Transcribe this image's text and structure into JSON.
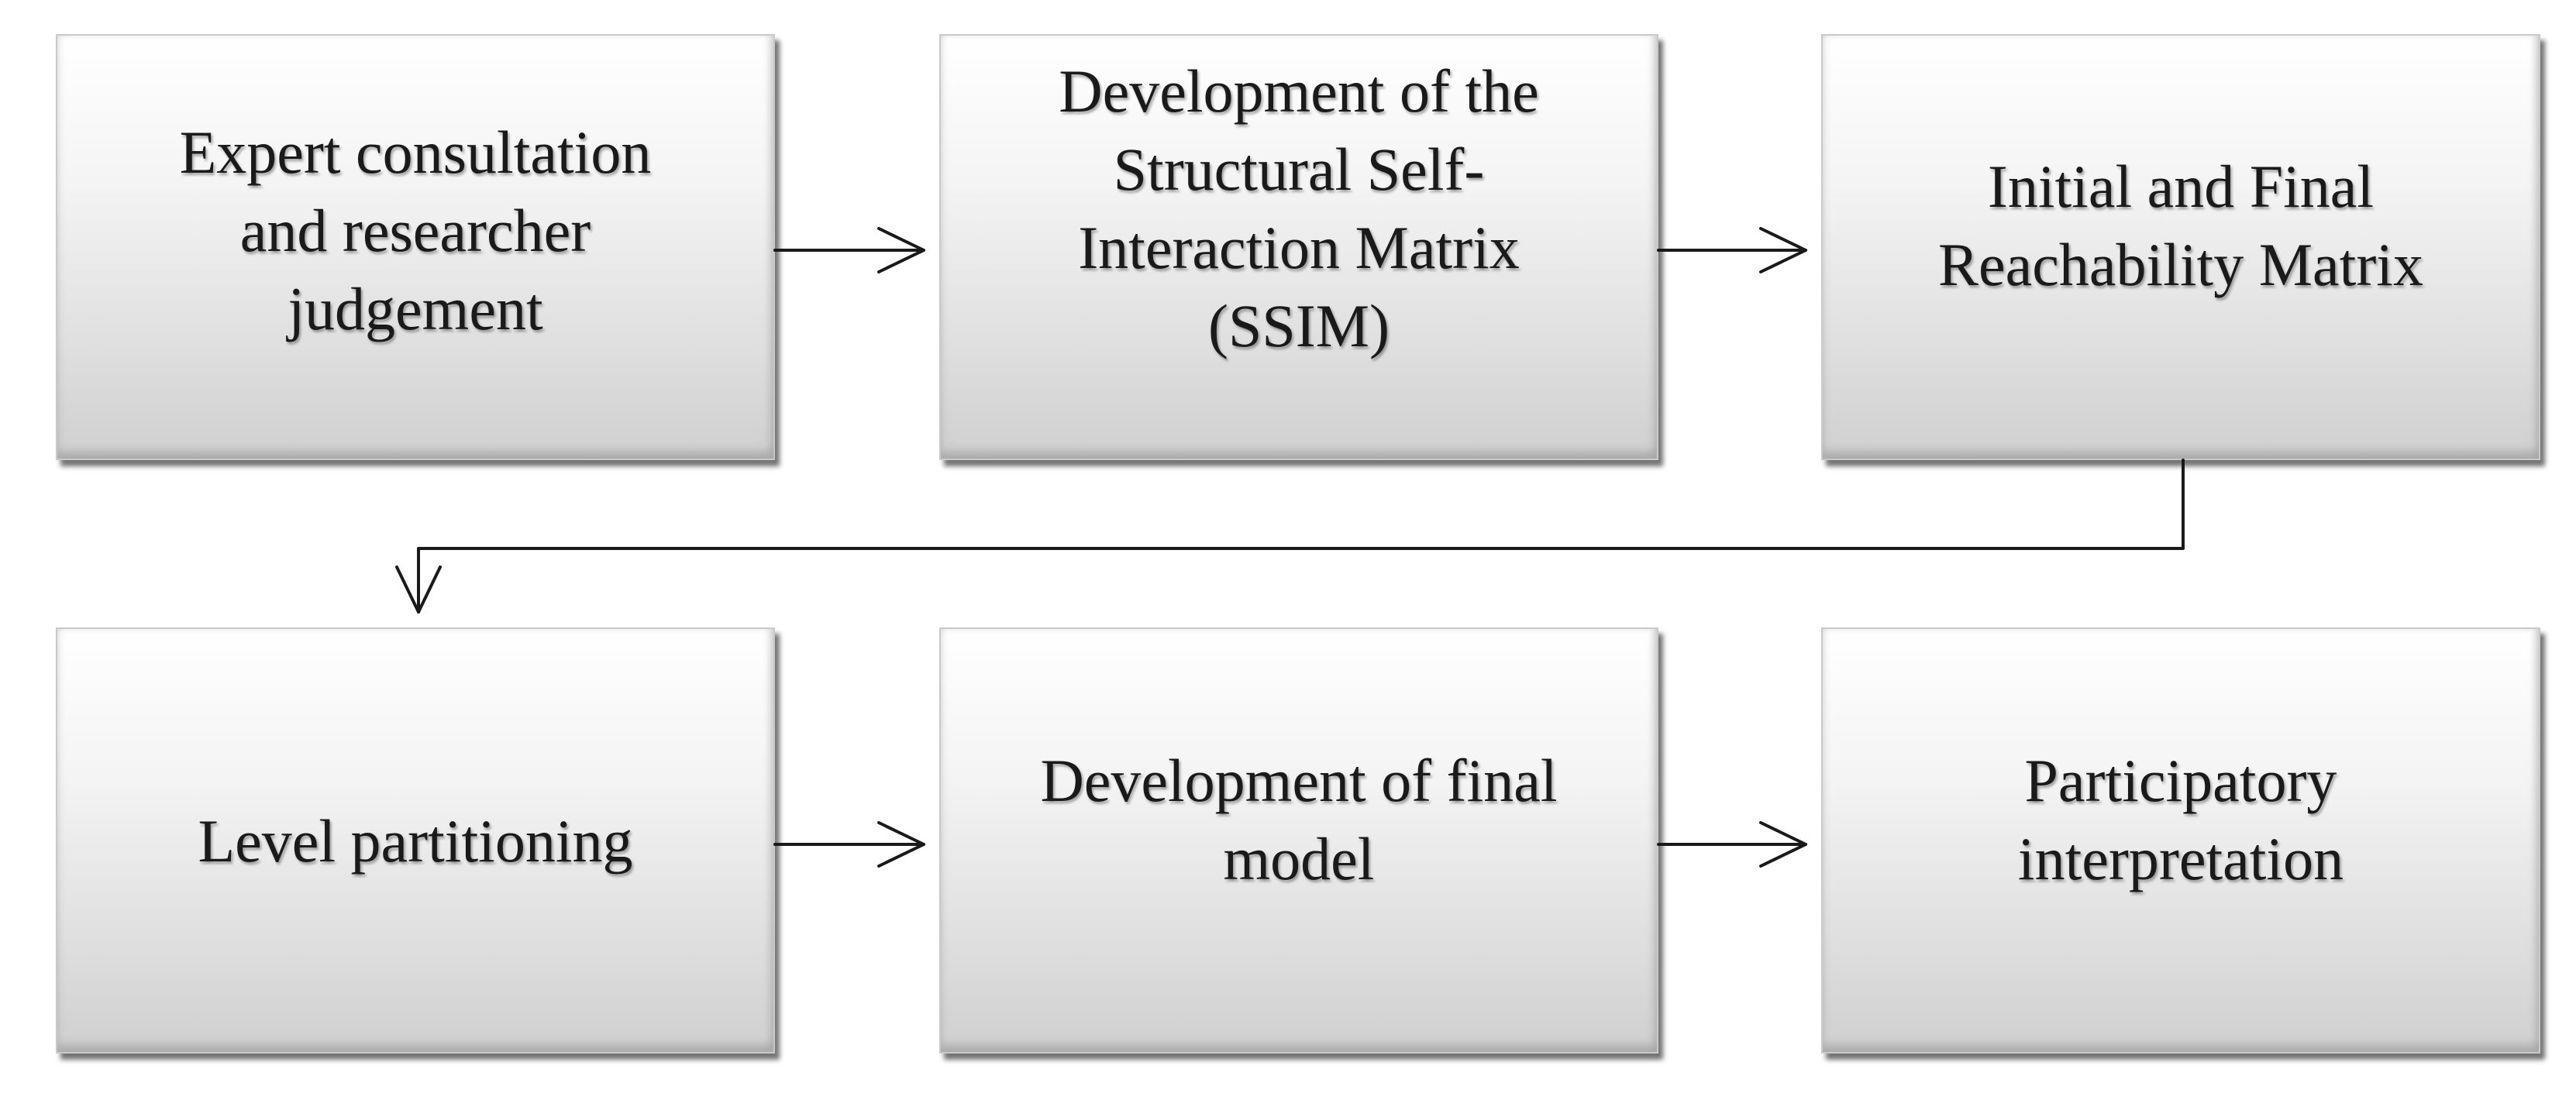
{
  "steps": [
    {
      "label": "Expert consultation\nand researcher\njudgement"
    },
    {
      "label": "Development of the\nStructural Self-\nInteraction Matrix\n(SSIM)"
    },
    {
      "label": "Initial and Final\nReachability Matrix"
    },
    {
      "label": "Level partitioning"
    },
    {
      "label": "Development of final\nmodel"
    },
    {
      "label": "Participatory\ninterpretation"
    }
  ],
  "connections": [
    {
      "from": "Expert consultation and researcher judgement",
      "to": "Development of the Structural Self-Interaction Matrix (SSIM)"
    },
    {
      "from": "Development of the Structural Self-Interaction Matrix (SSIM)",
      "to": "Initial and Final Reachability Matrix"
    },
    {
      "from": "Initial and Final Reachability Matrix",
      "to": "Level partitioning"
    },
    {
      "from": "Level partitioning",
      "to": "Development of final model"
    },
    {
      "from": "Development of final model",
      "to": "Participatory interpretation"
    }
  ],
  "colors": {
    "line": "#1a1a1a",
    "text": "#1a1a1a",
    "box_border": "#c9c9c9"
  }
}
